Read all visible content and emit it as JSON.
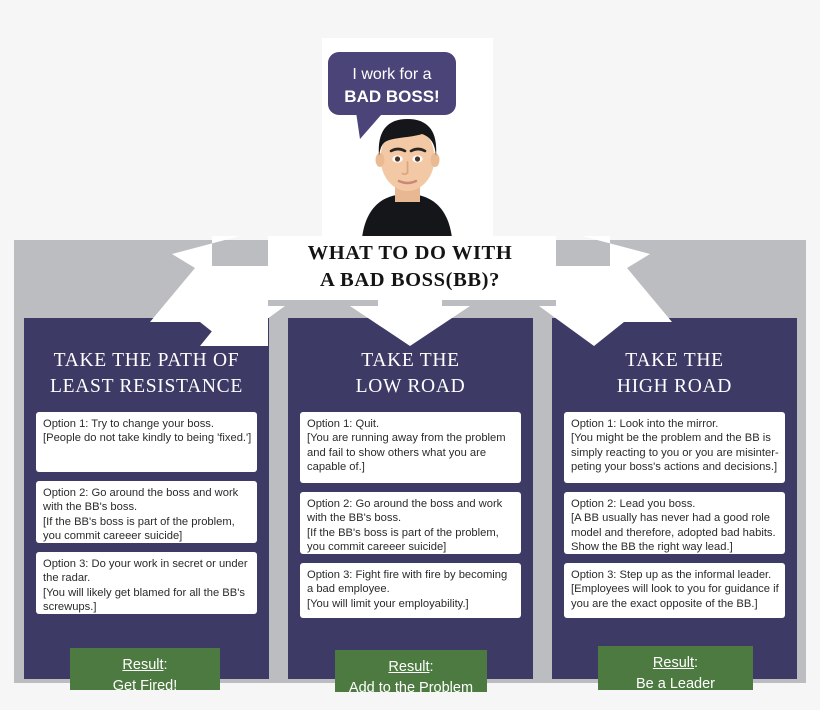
{
  "hero": {
    "alt": "man with speech bubble",
    "speech_line1": "I work for a",
    "speech_line2": "BAD BOSS!",
    "bubble_color": "#4a4478"
  },
  "title": {
    "line1": "WHAT TO DO WITH",
    "line2": "A BAD BOSS(BB)?"
  },
  "theme": {
    "panel_grey": "#bcbdc1",
    "column_navy": "#3d3b66",
    "result_green": "#4d7a40",
    "page_bg": "#f6f6f6",
    "arrow_white": "#ffffff"
  },
  "columns": [
    {
      "head_line1": "TAKE THE PATH OF",
      "head_line2": "LEAST RESISTANCE",
      "options": [
        {
          "lines": [
            "Option 1: Try to change your boss.",
            "[People do not take kindly to being 'fixed.']"
          ]
        },
        {
          "lines": [
            "Option 2: Go around the boss and work",
            "with the BB's boss.",
            "[If the BB's boss is part of the problem,",
            "you commit careeer suicide]"
          ]
        },
        {
          "lines": [
            "Option 3: Do your work in secret or under",
            "the radar.",
            "[You will likely get blamed for all the BB's",
            "screwups.]"
          ]
        }
      ],
      "result_label": "Result",
      "result_colon": ":",
      "result_value": "Get Fired!"
    },
    {
      "head_line1": "TAKE THE",
      "head_line2": "LOW ROAD",
      "options": [
        {
          "lines": [
            "Option 1: Quit.",
            "[You are running away from the problem",
            "and fail to show others what you are",
            "capable of.]"
          ]
        },
        {
          "lines": [
            "Option 2: Go around the boss and work",
            "with the BB's boss.",
            "[If the BB's boss is part of the problem,",
            "you commit careeer suicide]"
          ]
        },
        {
          "lines": [
            "Option 3: Fight fire with fire by becoming",
            "a bad employee.",
            "[You will limit your employability.]"
          ]
        }
      ],
      "result_label": "Result",
      "result_colon": ":",
      "result_value": "Add to the Problem"
    },
    {
      "head_line1": "TAKE THE",
      "head_line2": "HIGH ROAD",
      "options": [
        {
          "lines": [
            "Option 1: Look into the mirror.",
            "[You might be the problem and the BB is",
            "simply reacting to you or you are misinter-",
            "peting your boss's actions and decisions.]"
          ]
        },
        {
          "lines": [
            "Option 2: Lead you boss.",
            "[A BB usually has never had a good role",
            "model and therefore, adopted bad habits.",
            "Show the BB the right way lead.]"
          ]
        },
        {
          "lines": [
            "Option 3: Step up as the informal leader.",
            "[Employees will look to you for guidance if",
            "you are the exact opposite of the BB.]"
          ]
        }
      ],
      "result_label": "Result",
      "result_colon": ":",
      "result_value": "Be a Leader"
    }
  ],
  "arrows": [
    {
      "name": "arrow-left-branch",
      "direction": "down-left"
    },
    {
      "name": "arrow-center-branch",
      "direction": "down"
    },
    {
      "name": "arrow-right-branch",
      "direction": "down-right"
    }
  ]
}
